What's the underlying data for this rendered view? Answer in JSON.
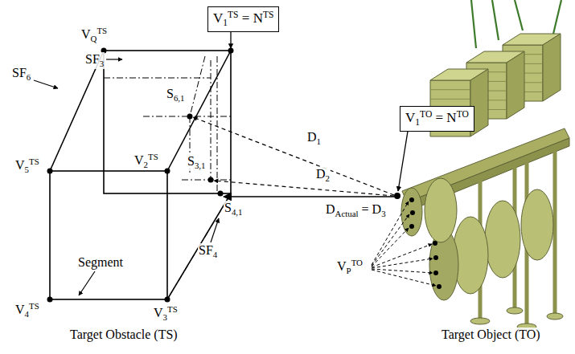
{
  "diagram": {
    "nodes": [
      {
        "text": [
          "V1TS = NTS"
        ]
      },
      {
        "text": [
          "V1TO = NTO"
        ]
      }
    ],
    "labels": [
      "VQTS",
      "SF3",
      "SF6",
      "S6,1",
      "V2TS",
      "S3,1",
      "D1",
      "D2",
      "V5TS",
      "DActual = D3",
      "VPTO",
      "S4,1",
      "SF4",
      "Segment",
      "V4TS",
      "V3TS",
      "Target Obstacle (TS)",
      "Target Object (TO)"
    ]
  }
}
